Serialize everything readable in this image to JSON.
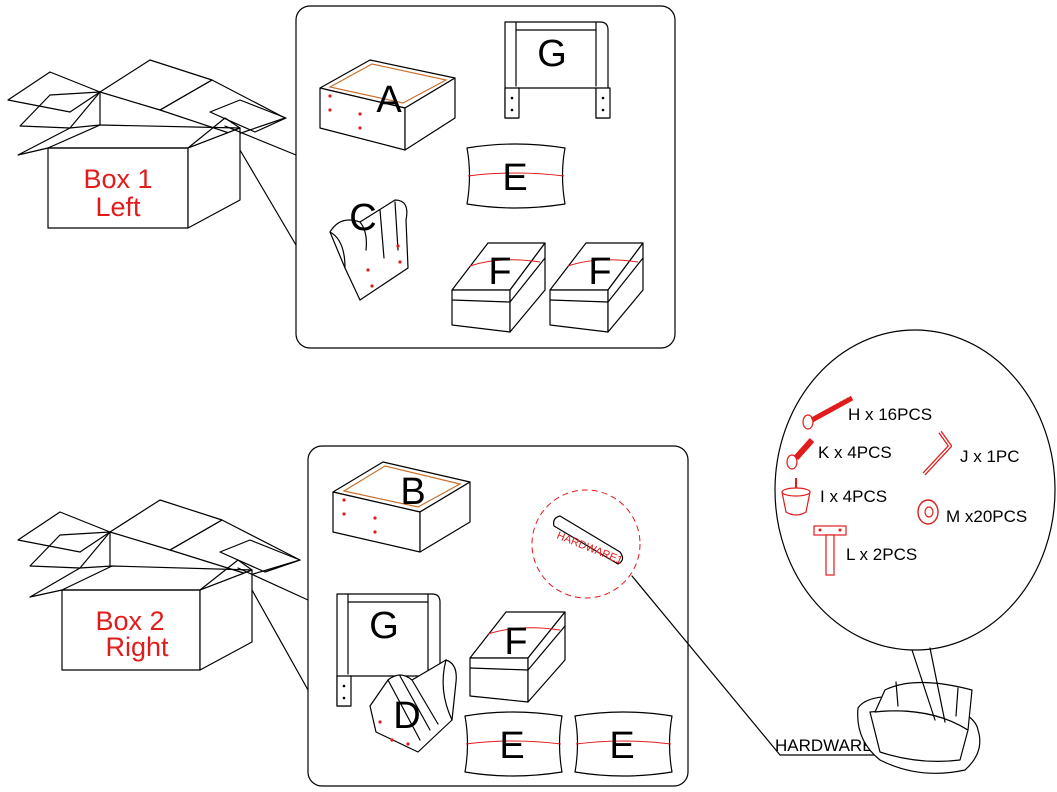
{
  "box1": {
    "line1": "Box 1",
    "line2": "Left"
  },
  "box2": {
    "line1": "Box 2",
    "line2": "Right"
  },
  "panel1": {
    "part_A": "A",
    "part_G": "G",
    "part_E": "E",
    "part_C": "C",
    "part_F1": "F",
    "part_F2": "F"
  },
  "panel2": {
    "part_B": "B",
    "part_G": "G",
    "part_F": "F",
    "part_D": "D",
    "part_E1": "E",
    "part_E2": "E",
    "hardware_pack": "HARDWARE1"
  },
  "hardware": {
    "callout_label": "HARDWARE1",
    "items": {
      "H": "H x 16PCS",
      "K": "K x 4PCS",
      "J": "J x 1PC",
      "I": "I x 4PCS",
      "M": "M x20PCS",
      "L": "L x  2PCS"
    }
  },
  "colors": {
    "label_red": "#e21b1b",
    "cushion_outline": "#c8702e",
    "line": "#000000"
  }
}
